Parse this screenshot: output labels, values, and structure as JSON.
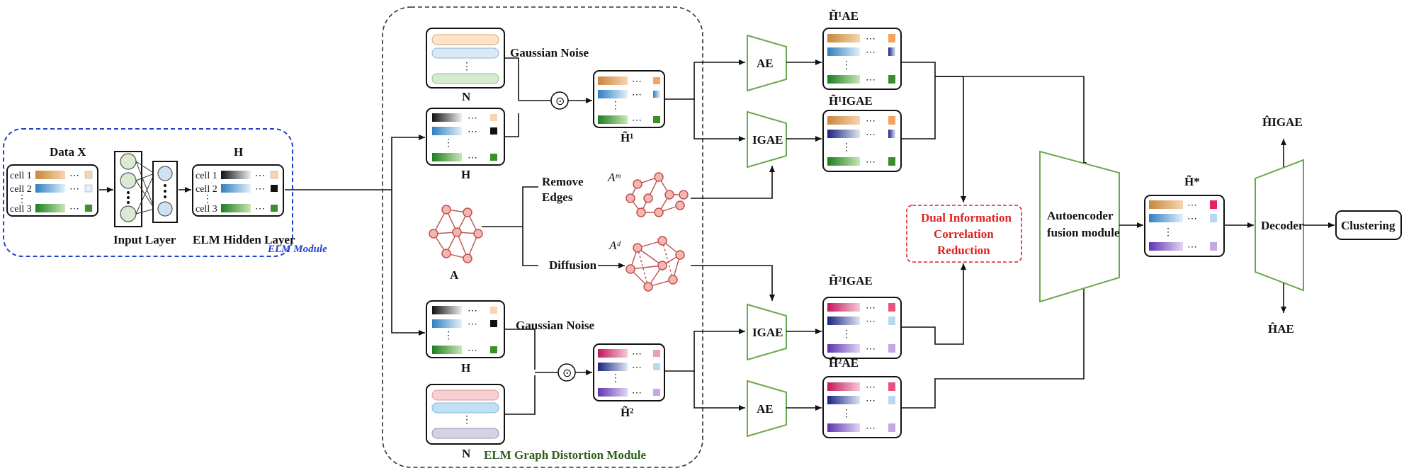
{
  "elm_module": {
    "title": "ELM Module",
    "data_label": "Data X",
    "cells": [
      "cell 1",
      "cell 2",
      "cell 3"
    ],
    "ellipsis": "⋯",
    "vdots": "⋮",
    "input_layer": "Input Layer",
    "hidden_layer": "ELM Hidden Layer",
    "h_label": "H",
    "color": "#1f3fcf"
  },
  "distortion_module": {
    "title": "ELM Graph Distortion Module",
    "gaussian_noise_top": "Gaussian Noise",
    "gaussian_noise_bottom": "Gaussian Noise",
    "n_top": "N",
    "n_bottom": "N",
    "h_top": "H",
    "h_bottom": "H",
    "h1_tilde": "H̃¹",
    "h2_tilde": "H̃²",
    "graph_a": "A",
    "remove_edges_line1": "Remove",
    "remove_edges_line2": "Edges",
    "diffusion": "Diffusion",
    "am": "Aᵐ",
    "ad": "Aᵈ",
    "odot": "⊙",
    "color": "#2e5e1e"
  },
  "encoders": {
    "ae_top": "AE",
    "igae_top": "IGAE",
    "igae_bottom": "IGAE",
    "ae_bottom": "AE",
    "h1_ae": "H̃¹AE",
    "h1_igae": "H̃¹IGAE",
    "h2_igae": "H̃²IGAE",
    "h2_ae": "H̃²AE"
  },
  "dicr": {
    "line1": "Dual Information",
    "line2": "Correlation",
    "line3": "Reduction",
    "color": "#e02020"
  },
  "fusion": {
    "line1": "Autoencoder",
    "line2": "fusion module",
    "h_star": "H̃*"
  },
  "decoder": {
    "label": "Decoder",
    "h_igae": "ĤIGAE",
    "h_ae": "ĤAE"
  },
  "clustering": {
    "label": "Clustering"
  }
}
